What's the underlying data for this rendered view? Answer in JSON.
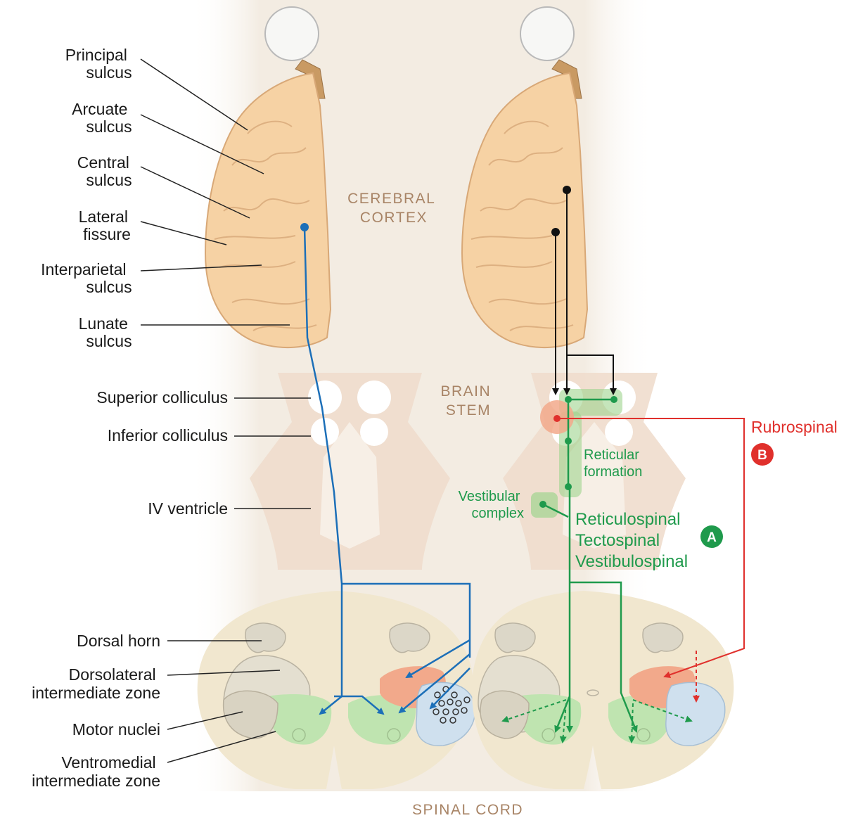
{
  "colors": {
    "cortex": "#f6d2a4",
    "cortex_edge": "#d8a877",
    "background_band": "#f3ece2",
    "brainstem": "#efddcd",
    "cord": "#f1e7cf",
    "gray_matter": "#e4dfd0",
    "green_zone": "#bfe4b0",
    "orange_zone": "#f2a98b",
    "blue_zone": "#cfe0ee",
    "blue_path": "#1c6fb8",
    "green_path": "#1f9a4c",
    "red_path": "#e0302c",
    "region_text": "#a88466"
  },
  "left_labels": {
    "principal": [
      "Principal",
      "sulcus"
    ],
    "arcuate": [
      "Arcuate",
      "sulcus"
    ],
    "central": [
      "Central",
      "sulcus"
    ],
    "lateral": [
      "Lateral",
      "fissure"
    ],
    "interparietal": [
      "Interparietal",
      "sulcus"
    ],
    "lunate": [
      "Lunate",
      "sulcus"
    ],
    "superior_colliculus": "Superior colliculus",
    "inferior_colliculus": "Inferior colliculus",
    "iv_ventricle": "IV ventricle",
    "dorsal_horn": "Dorsal horn",
    "dorsolateral": [
      "Dorsolateral",
      "intermediate zone"
    ],
    "motor_nuclei": "Motor nuclei",
    "ventromedial": [
      "Ventromedial",
      "intermediate zone"
    ]
  },
  "regions": {
    "cortex": [
      "CEREBRAL",
      "CORTEX"
    ],
    "brainstem": [
      "BRAIN",
      "STEM"
    ],
    "spinal_cord": "SPINAL CORD"
  },
  "pathways": {
    "reticular": [
      "Reticular",
      "formation"
    ],
    "vestibular": [
      "Vestibular",
      "complex"
    ],
    "group_a": [
      "Reticulospinal",
      "Tectospinal",
      "Vestibulospinal"
    ],
    "badge_a": "A",
    "rubrospinal": "Rubrospinal",
    "badge_b": "B"
  }
}
